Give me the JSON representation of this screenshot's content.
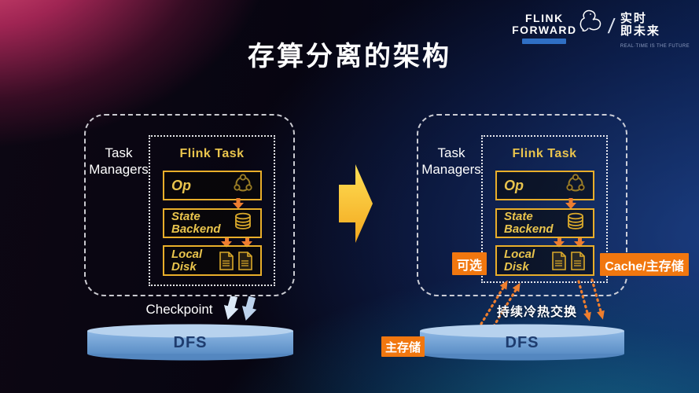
{
  "slide": {
    "title": "存算分离的架构"
  },
  "logo": {
    "name_line1": "FLINK",
    "name_line2": "FORWARD",
    "divider": "/",
    "slogan_line1": "实时",
    "slogan_line2": "即未来",
    "slogan_caption": "REAL·TIME IS THE FUTURE"
  },
  "left": {
    "group_line1": "Task",
    "group_line2": "Managers",
    "task_title": "Flink Task",
    "op": "Op",
    "state_line1": "State",
    "state_line2": "Backend",
    "disk_line1": "Local",
    "disk_line2": "Disk",
    "checkpoint": "Checkpoint",
    "dfs": "DFS"
  },
  "right": {
    "group_line1": "Task",
    "group_line2": "Managers",
    "task_title": "Flink Task",
    "op": "Op",
    "state_line1": "State",
    "state_line2": "Backend",
    "disk_line1": "Local",
    "disk_line2": "Disk",
    "optional_badge": "可选",
    "cache_badge": "Cache/主存储",
    "exchange_label": "持续冷热交换",
    "primary_badge": "主存储",
    "dfs": "DFS"
  },
  "colors": {
    "badge_orange": "#f1770f",
    "box_border_yellow": "#e9ae2a",
    "gold_text": "#e9c44d",
    "small_arrow_orange": "#ed7d31",
    "big_arrow_yellow": "#f5b423",
    "checkpoint_arrow_blue": "#d6e4f4",
    "dfs_fill": "#6f9fd8",
    "dfs_text": "#1e3c6e"
  }
}
